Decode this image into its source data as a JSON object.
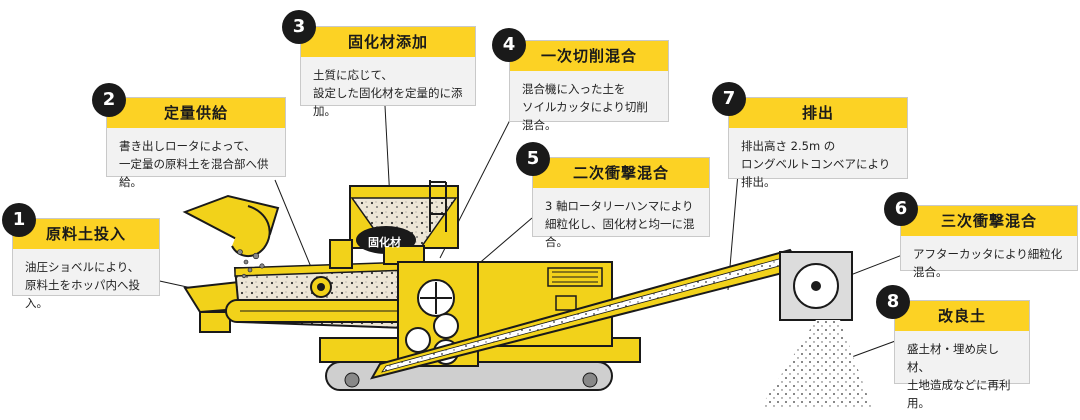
{
  "chute_label": "固化材",
  "steps": [
    {
      "num": "1",
      "title": "原料土投入",
      "text": "油圧ショベルにより、\n原料土をホッパ内へ投入。"
    },
    {
      "num": "2",
      "title": "定量供給",
      "text": "書き出しロータによって、\n一定量の原料土を混合部へ供給。"
    },
    {
      "num": "3",
      "title": "固化材添加",
      "text": "土質に応じて、\n設定した固化材を定量的に添加。"
    },
    {
      "num": "4",
      "title": "一次切削混合",
      "text": "混合機に入った土を\nソイルカッタにより切削混合。"
    },
    {
      "num": "5",
      "title": "二次衝撃混合",
      "text": "3 軸ロータリーハンマにより\n細粒化し、固化材と均一に混合。"
    },
    {
      "num": "6",
      "title": "三次衝撃混合",
      "text": "アフターカッタにより細粒化混合。"
    },
    {
      "num": "7",
      "title": "排出",
      "text": "排出高さ 2.5m の\nロングベルトコンベアにより排出。"
    },
    {
      "num": "8",
      "title": "改良土",
      "text": "盛土材・埋め戻し材、\n土地造成などに再利用。"
    }
  ],
  "colors": {
    "accent": "#fcd224",
    "badge": "#1a1a1a",
    "machine": "#f2d21a",
    "outline": "#1a1a1a"
  }
}
